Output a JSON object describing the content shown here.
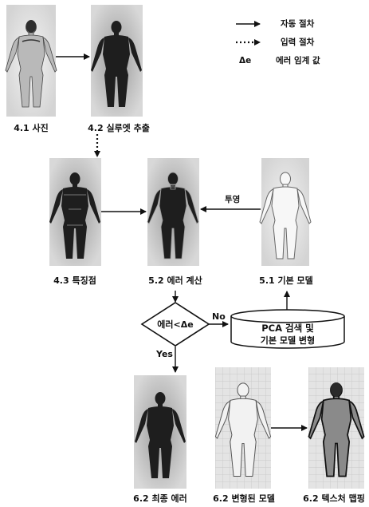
{
  "legend": [
    {
      "icon": "solid-arrow-icon",
      "label": "자동 절차"
    },
    {
      "icon": "dotted-arrow-icon",
      "label": "입력 절차"
    },
    {
      "icon": "delta-e-symbol",
      "symbol": "Δe",
      "label": "에러 임계 값"
    }
  ],
  "captions": {
    "photo": "4.1 사진",
    "silhouette": "4.2 실루엣 추출",
    "features": "4.3 특징점",
    "error_calc": "5.2 에러 계산",
    "base_model": "5.1 기본 모델",
    "final_error": "6.2 최종 에러",
    "deformed_model": "6.2 변형된 모델",
    "texture_mapping": "6.2 텍스처 맵핑"
  },
  "flow": {
    "projection_label": "투영",
    "decision_label": "에러<Δe",
    "no_label": "No",
    "yes_label": "Yes",
    "process_line1": "PCA 검색 및",
    "process_line2": "기본 모델 변형"
  },
  "colors": {
    "silhouette": "#1e1e1e",
    "photo_bg": "#cfcfcf",
    "arrow": "#111111"
  }
}
